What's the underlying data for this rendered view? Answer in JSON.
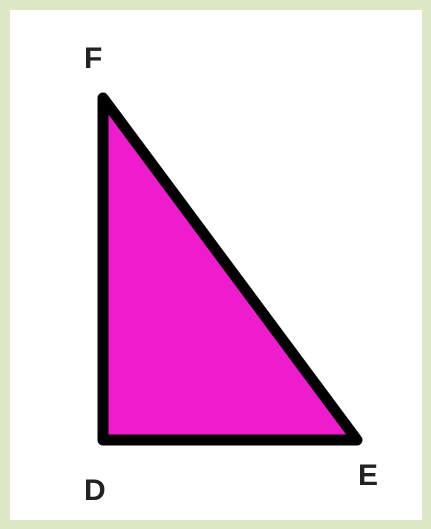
{
  "diagram": {
    "vertices": {
      "F": "F",
      "D": "D",
      "E": "E"
    },
    "colors": {
      "fill": "#ee1ccd",
      "stroke": "#000000",
      "label": "#222222",
      "frame": "#dde8c7",
      "background": "#ffffff"
    }
  }
}
